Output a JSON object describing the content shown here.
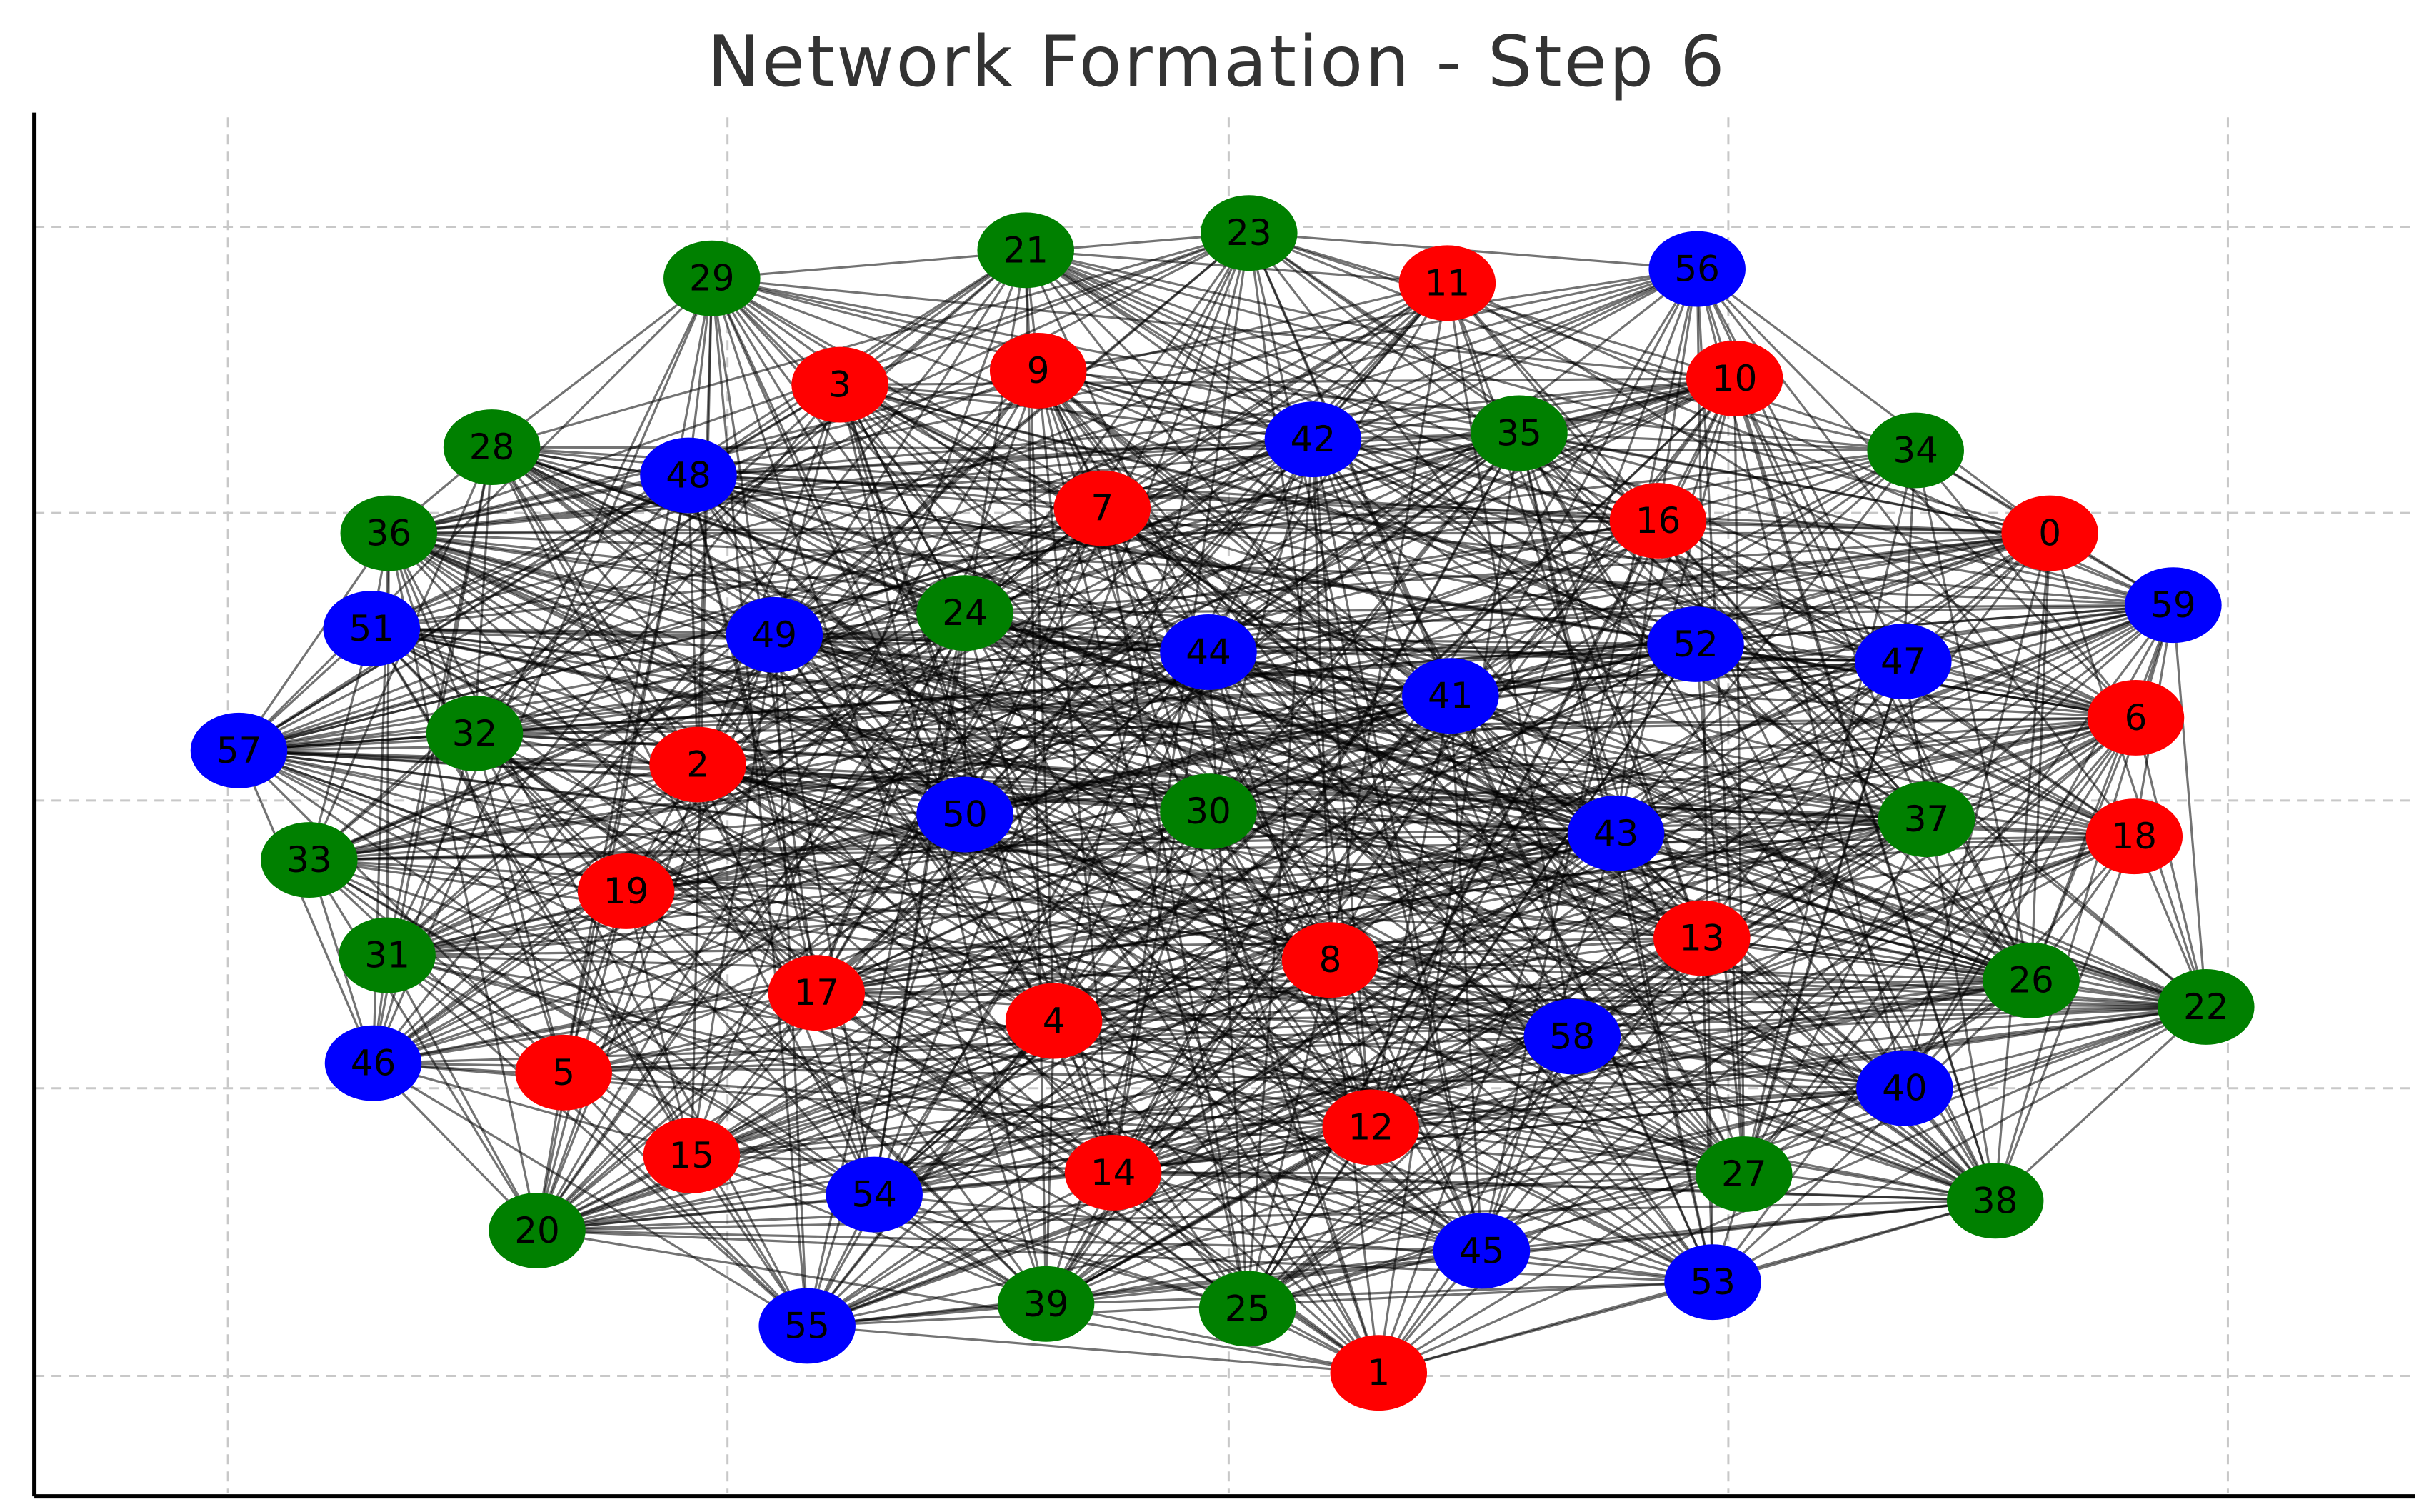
{
  "title": "Network Formation - Step 6",
  "colors": {
    "red": "#ff0000",
    "green": "#008000",
    "blue": "#0000ff",
    "edge": "#000000",
    "grid": "#c8c8c8",
    "axis": "#000000"
  },
  "grid": true,
  "nodes": [
    {
      "id": "0",
      "color": "red"
    },
    {
      "id": "1",
      "color": "red"
    },
    {
      "id": "2",
      "color": "red"
    },
    {
      "id": "3",
      "color": "red"
    },
    {
      "id": "4",
      "color": "red"
    },
    {
      "id": "5",
      "color": "red"
    },
    {
      "id": "6",
      "color": "red"
    },
    {
      "id": "7",
      "color": "red"
    },
    {
      "id": "8",
      "color": "red"
    },
    {
      "id": "9",
      "color": "red"
    },
    {
      "id": "10",
      "color": "red"
    },
    {
      "id": "11",
      "color": "red"
    },
    {
      "id": "12",
      "color": "red"
    },
    {
      "id": "13",
      "color": "red"
    },
    {
      "id": "14",
      "color": "red"
    },
    {
      "id": "15",
      "color": "red"
    },
    {
      "id": "16",
      "color": "red"
    },
    {
      "id": "17",
      "color": "red"
    },
    {
      "id": "18",
      "color": "red"
    },
    {
      "id": "19",
      "color": "red"
    },
    {
      "id": "20",
      "color": "green"
    },
    {
      "id": "21",
      "color": "green"
    },
    {
      "id": "22",
      "color": "green"
    },
    {
      "id": "23",
      "color": "green"
    },
    {
      "id": "24",
      "color": "green"
    },
    {
      "id": "25",
      "color": "green"
    },
    {
      "id": "26",
      "color": "green"
    },
    {
      "id": "27",
      "color": "green"
    },
    {
      "id": "28",
      "color": "green"
    },
    {
      "id": "29",
      "color": "green"
    },
    {
      "id": "30",
      "color": "green"
    },
    {
      "id": "31",
      "color": "green"
    },
    {
      "id": "32",
      "color": "green"
    },
    {
      "id": "33",
      "color": "green"
    },
    {
      "id": "34",
      "color": "green"
    },
    {
      "id": "35",
      "color": "green"
    },
    {
      "id": "36",
      "color": "green"
    },
    {
      "id": "37",
      "color": "green"
    },
    {
      "id": "38",
      "color": "green"
    },
    {
      "id": "39",
      "color": "green"
    },
    {
      "id": "40",
      "color": "blue"
    },
    {
      "id": "41",
      "color": "blue"
    },
    {
      "id": "42",
      "color": "blue"
    },
    {
      "id": "43",
      "color": "blue"
    },
    {
      "id": "44",
      "color": "blue"
    },
    {
      "id": "45",
      "color": "blue"
    },
    {
      "id": "46",
      "color": "blue"
    },
    {
      "id": "47",
      "color": "blue"
    },
    {
      "id": "48",
      "color": "blue"
    },
    {
      "id": "49",
      "color": "blue"
    },
    {
      "id": "50",
      "color": "blue"
    },
    {
      "id": "51",
      "color": "blue"
    },
    {
      "id": "52",
      "color": "blue"
    },
    {
      "id": "53",
      "color": "blue"
    },
    {
      "id": "54",
      "color": "blue"
    },
    {
      "id": "55",
      "color": "blue"
    },
    {
      "id": "56",
      "color": "blue"
    },
    {
      "id": "57",
      "color": "blue"
    },
    {
      "id": "58",
      "color": "blue"
    },
    {
      "id": "59",
      "color": "blue"
    }
  ]
}
